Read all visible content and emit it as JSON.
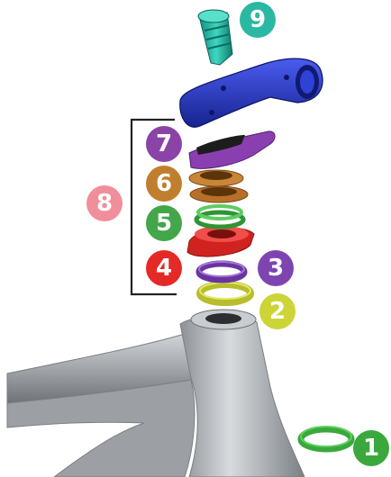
{
  "diagram": {
    "parts": [
      {
        "number": "1",
        "color": "#3aa83c",
        "part": "crown-race"
      },
      {
        "number": "2",
        "color": "#cdd438",
        "part": "lower-bearing"
      },
      {
        "number": "3",
        "color": "#7e45b0",
        "part": "upper-bearing"
      },
      {
        "number": "4",
        "color": "#e32a27",
        "part": "headset-top-cover"
      },
      {
        "number": "5",
        "color": "#43a64a",
        "part": "compression-ring"
      },
      {
        "number": "6",
        "color": "#c07f2f",
        "part": "spacer-stack"
      },
      {
        "number": "7",
        "color": "#8a44a8",
        "part": "stem-cover"
      },
      {
        "number": "8",
        "color": "#f08f9a",
        "part": "bracket-group"
      },
      {
        "number": "9",
        "color": "#2bb8a2",
        "part": "top-cap-plug"
      }
    ],
    "colors": {
      "frame": "#9ea3a8",
      "stem": "#2436b8",
      "bracket": "#222222"
    }
  }
}
